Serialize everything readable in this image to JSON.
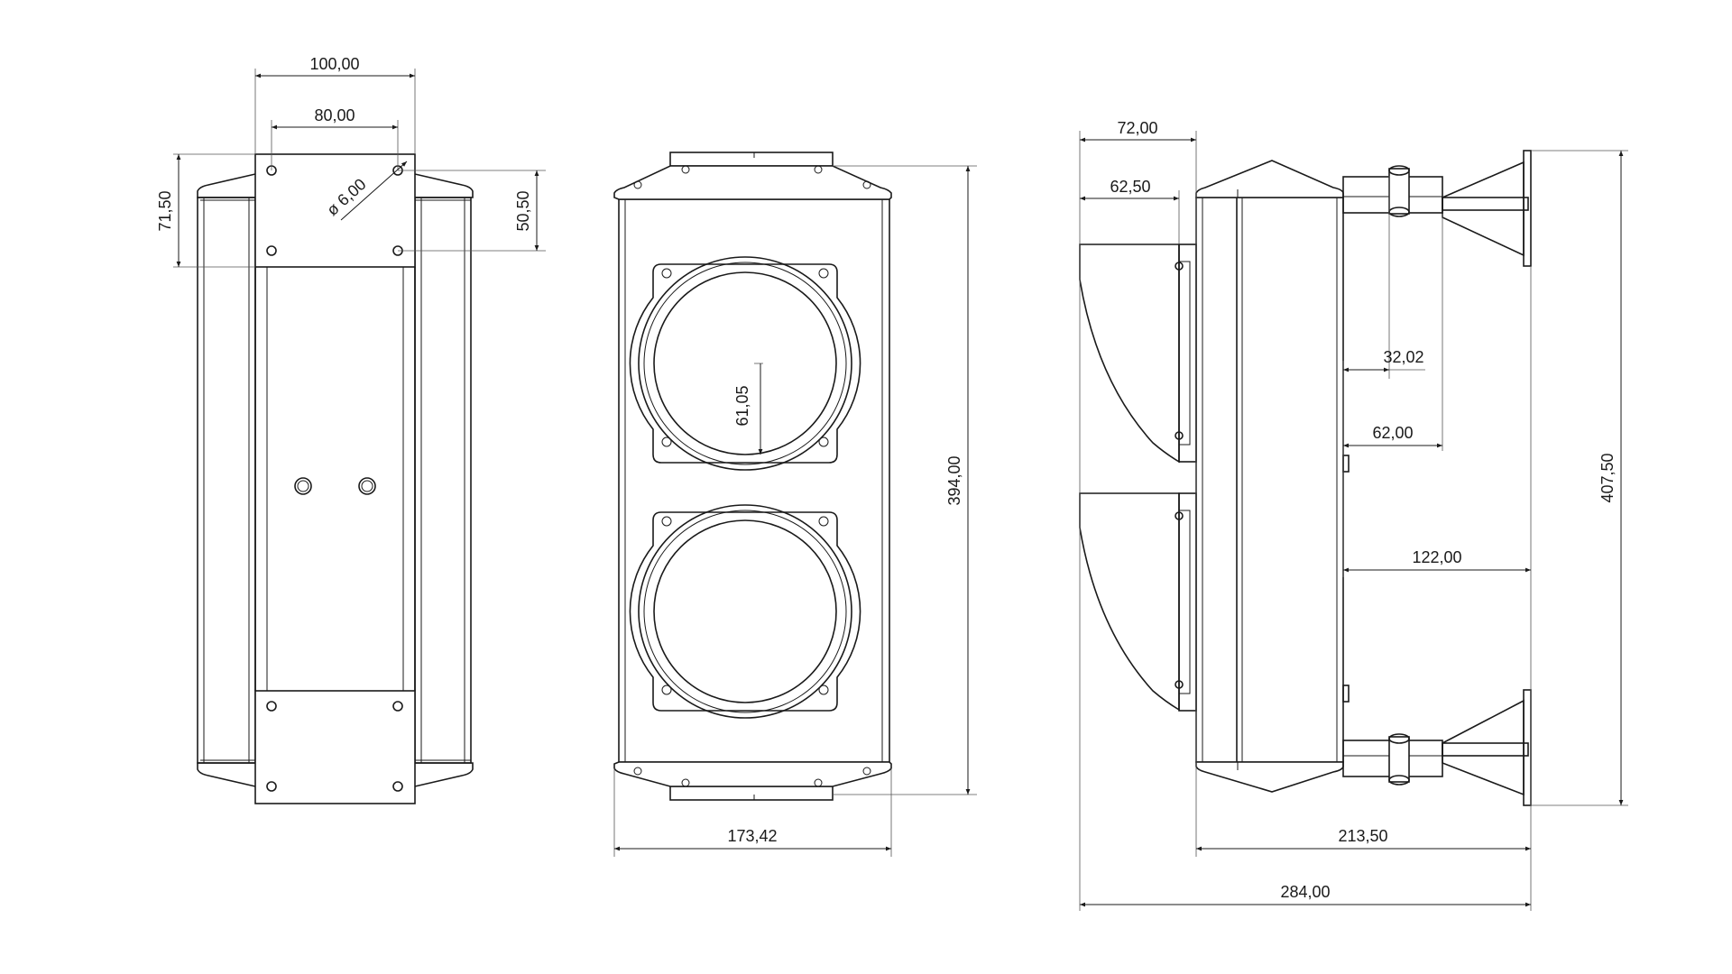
{
  "dimensions": {
    "rear_width": "100,00",
    "hole_spacing": "80,00",
    "hole_diameter": "ø 6,00",
    "plate_height": "71,50",
    "hole_vertical": "50,50",
    "front_width": "173,42",
    "front_height": "394,00",
    "lens_radius": "61,05",
    "side_depth_outer": "72,00",
    "side_depth_inner": "62,50",
    "bracket_offset": "32,02",
    "bracket_arm": "62,00",
    "bracket_reach": "122,00",
    "body_to_mount": "213,50",
    "total_depth": "284,00",
    "total_height": "407,50"
  },
  "colors": {
    "line": "#1a1a1a",
    "background": "#ffffff"
  }
}
